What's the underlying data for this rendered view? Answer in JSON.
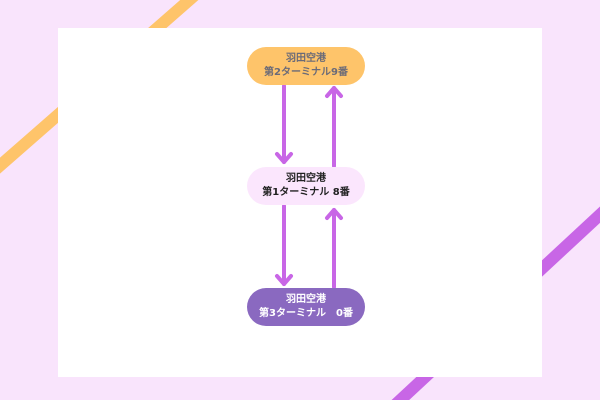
{
  "nodes": [
    {
      "line1": "羽田空港",
      "line2": "第2ターミナル9番"
    },
    {
      "line1": "羽田空港",
      "line2": "第1ターミナル 8番"
    },
    {
      "line1": "羽田空港",
      "line2": "第3ターミナル　0番"
    }
  ],
  "colors": {
    "background": "#f9e4fc",
    "orange": "#fec46a",
    "purple_arrow": "#c866e6",
    "node_purple": "#8a69c0",
    "node_pink": "#fbe6fd"
  }
}
